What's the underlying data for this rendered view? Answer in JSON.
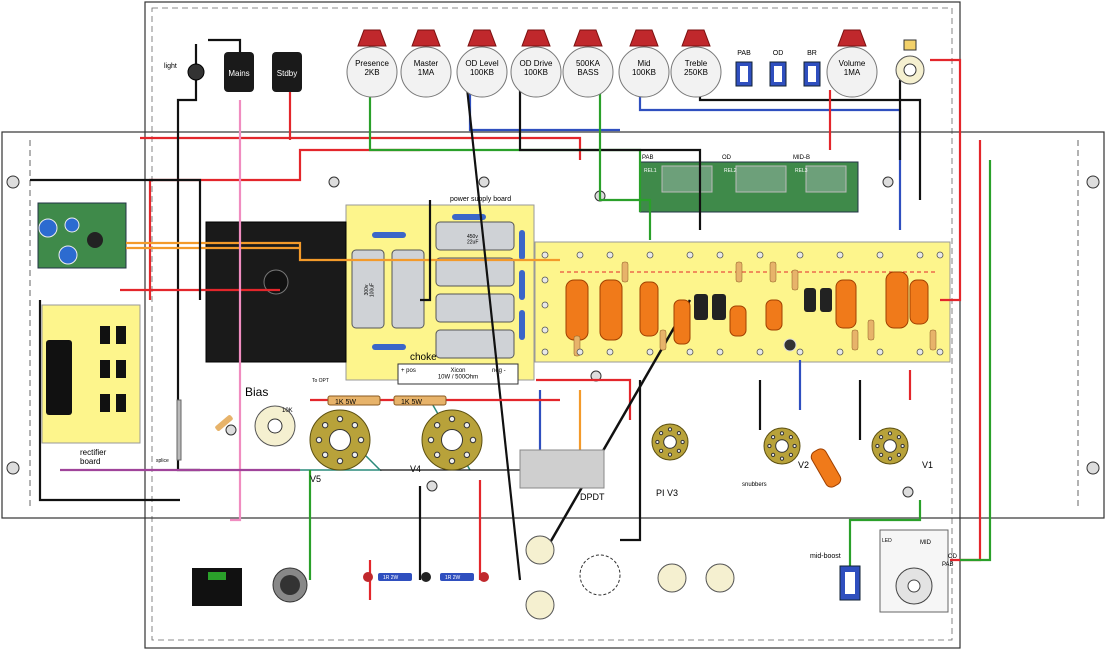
{
  "labels": {
    "light": "light",
    "mains": "Mains",
    "stdby": "Stdby",
    "pots": [
      "Presence\n2KB",
      "Master\n1MA",
      "OD Level\n100KB",
      "OD Drive\n100KB",
      "500KA\nBASS",
      "Mid\n100KB",
      "Treble\n250KB",
      "Volume\n1MA"
    ],
    "pab": "PAB",
    "od": "OD",
    "br": "BR",
    "board_pab": "PAB",
    "board_od": "OD",
    "board_midb": "MID-B",
    "rel1": "REL1",
    "rel2": "REL2",
    "rel3": "REL3",
    "psu_board": "power supply board",
    "cap_300v_100uf": "300v\n100uF",
    "cap_450v_22uf": "450v\n22uF",
    "choke": "choke",
    "pos": "+ pos",
    "neg": "neg -",
    "xicon": "Xicon\n10W / 500Ohm",
    "to_opt": "To OPT",
    "rectifier_board": "rectifier\nboard",
    "bias": "Bias",
    "res_10k": "10K",
    "res_1k5w_a": "1K 5W",
    "res_1k5w_b": "1K 5W",
    "v5": "V5",
    "v4": "V4",
    "splice": "splice",
    "dpdt": "DPDT",
    "pi_v3": "PI  V3",
    "v2": "V2",
    "v1": "V1",
    "snubbers": "snubbers",
    "mid_boost": "mid-boost",
    "led": "LED",
    "mid_jack": "MID",
    "od_jack": "OD",
    "pab_jack": "PAB",
    "r_1r2w_a": "1R 2W",
    "r_1r2w_b": "1R 2W"
  },
  "colors": {
    "board_yellow": "#fdf58c",
    "cap_orange": "#f07a1a",
    "wire_red": "#e3262b",
    "wire_black": "#111111",
    "wire_blue": "#2f4fbf",
    "wire_green": "#2aa02a",
    "wire_orange": "#f39a2a",
    "wire_pink": "#f08cc0",
    "pcb_green": "#3f8a4a",
    "pot_red": "#c0282c"
  },
  "icons": [
    "screw-icon",
    "pot-icon",
    "tube-socket-icon",
    "jack-icon",
    "switch-icon",
    "transformer-icon"
  ]
}
